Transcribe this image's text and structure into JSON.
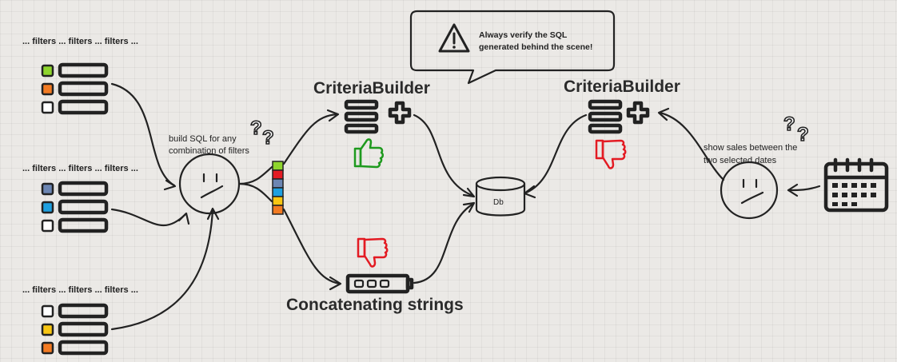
{
  "filter_groups": [
    {
      "caption": "... filters ... filters ... filters ...",
      "colors": [
        "#8ed52d",
        "#f37b22",
        "#ffffff"
      ]
    },
    {
      "caption": "... filters ... filters ... filters ...",
      "colors": [
        "#6c86b3",
        "#1ea0e0",
        "#ffffff"
      ]
    },
    {
      "caption": "... filters ... filters ... filters ...",
      "colors": [
        "#ffffff",
        "#f8c613",
        "#f37b22"
      ]
    }
  ],
  "left_face": {
    "thought": "build SQL for any combination of filters",
    "marks": "?"
  },
  "right_face": {
    "thought": "show sales between the two selected dates",
    "marks": "?"
  },
  "stack_colors": [
    "#8ed52d",
    "#e31b23",
    "#6c86b3",
    "#1ea0e0",
    "#f8c613",
    "#f37b22"
  ],
  "criteria_left": {
    "title": "CriteriaBuilder",
    "verdict": "thumbs-up-icon",
    "color": "#1e9a1e"
  },
  "criteria_right": {
    "title": "CriteriaBuilder",
    "verdict": "thumbs-down-icon",
    "color": "#e31b23"
  },
  "concat": {
    "title": "Concatenating strings",
    "verdict": "thumbs-down-icon",
    "color": "#e31b23"
  },
  "db": {
    "label": "Db"
  },
  "warning": {
    "text_line1": "Always verify the SQL",
    "text_line2": "generated behind the scene!"
  }
}
